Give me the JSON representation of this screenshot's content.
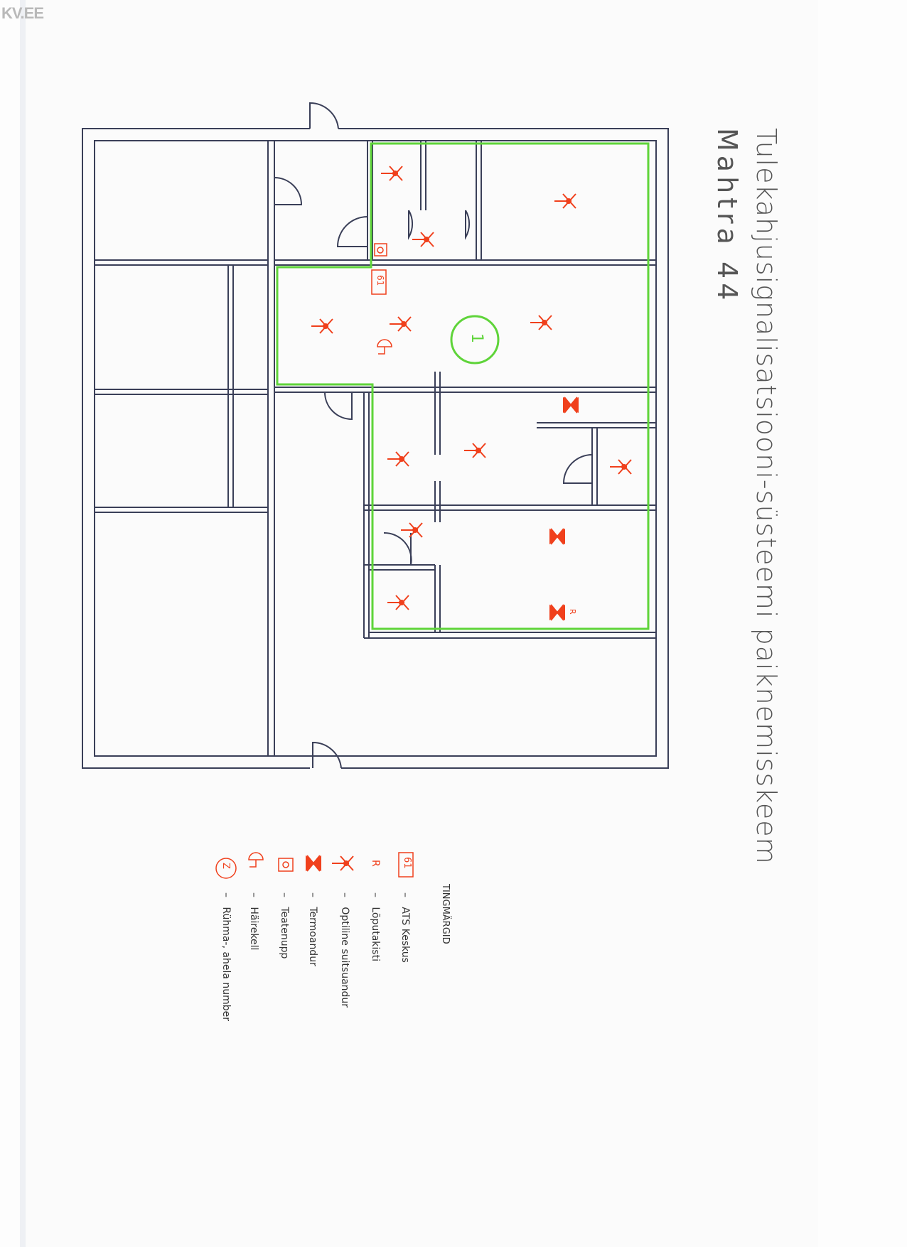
{
  "logo": "KV.EE",
  "title": "Tulekahjusignalisatsiooni-süsteemi paiknemisskeem",
  "subtitle": "Mahtra 44",
  "zone_number": "1",
  "ats_label": "61",
  "legend": {
    "title": "TINGMÄRGID",
    "items": [
      {
        "symbol": "61",
        "label": "ATS Keskus"
      },
      {
        "symbol": "R",
        "label": "Lõputakisti"
      },
      {
        "symbol": "optical-smoke-detector-icon",
        "label": "Optiline suitsuandur"
      },
      {
        "symbol": "thermo-detector-icon",
        "label": "Termoandur"
      },
      {
        "symbol": "call-point-icon",
        "label": "Teatenupp"
      },
      {
        "symbol": "alarm-bell-icon",
        "label": "Häirekell"
      },
      {
        "symbol": "Z",
        "label": "Rühma-, ahela number"
      }
    ]
  },
  "end_resistor_label": "R",
  "colors": {
    "wall": "#3a3f58",
    "zone": "#5fd43a",
    "device": "#f0401c"
  }
}
